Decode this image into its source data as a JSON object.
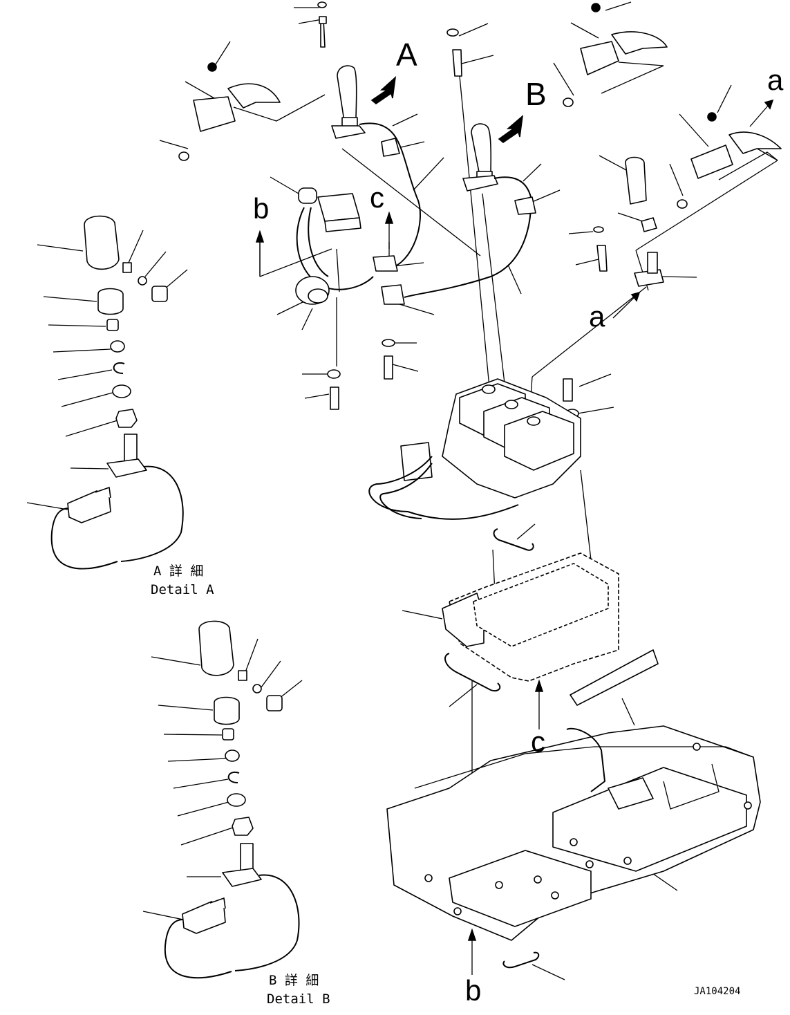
{
  "callouts": {
    "view_A": "A",
    "view_B": "B",
    "conn_a_top": "a",
    "conn_a_mid": "a",
    "conn_b_top": "b",
    "conn_b_bottom": "b",
    "conn_c_top": "c",
    "conn_c_bottom": "c"
  },
  "details": {
    "a_title_jp": "A 詳 細",
    "a_title_en": "Detail A",
    "b_title_jp": "B 詳 細",
    "b_title_en": "Detail B"
  },
  "drawing_number": "JA104204"
}
